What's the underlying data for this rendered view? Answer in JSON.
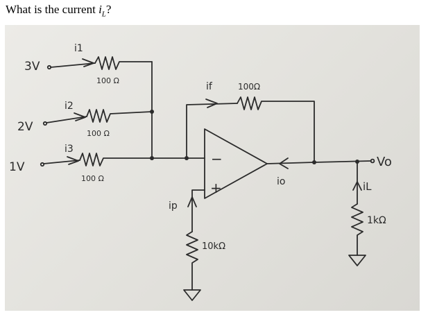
{
  "question": {
    "prefix": "What is the current ",
    "var_main": "i",
    "var_sub": "L",
    "suffix": "?"
  },
  "circuit": {
    "sources": [
      "3V",
      "2V",
      "1V"
    ],
    "input_currents": [
      "i1",
      "i2",
      "i3"
    ],
    "input_resistors": [
      "100 Ω",
      "100 Ω",
      "100 Ω"
    ],
    "feedback_current": "if",
    "feedback_resistor": "100Ω",
    "output_label": "Vo",
    "output_current": "io",
    "load_current": "iL",
    "load_resistor": "1kΩ",
    "plus_current": "ip",
    "plus_resistor": "10kΩ",
    "opamp_minus": "−",
    "opamp_plus": "+"
  },
  "colors": {
    "ink": "#2b2b2b",
    "paper": "#e6e5e0"
  }
}
